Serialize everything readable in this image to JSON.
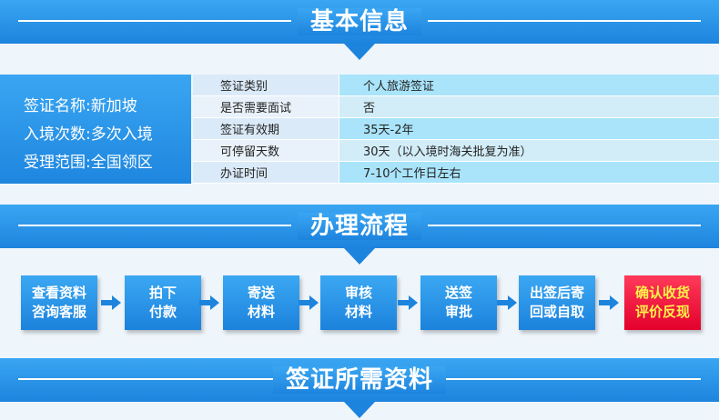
{
  "sections": {
    "basic_info": "基本信息",
    "process": "办理流程",
    "materials": "签证所需资料"
  },
  "summary": {
    "line1": "签证名称:新加坡",
    "line2": "入境次数:多次入境",
    "line3": "受理范围:全国领区"
  },
  "info_rows": [
    {
      "key": "签证类别",
      "value": "个人旅游签证"
    },
    {
      "key": "是否需要面试",
      "value": "否"
    },
    {
      "key": "签证有效期",
      "value": "35天-2年"
    },
    {
      "key": "可停留天数",
      "value": "30天（以入境时海关批复为准）"
    },
    {
      "key": "办证时间",
      "value": "7-10个工作日左右"
    }
  ],
  "steps": [
    "查看资料\n咨询客服",
    "拍下\n付款",
    "寄送\n材料",
    "审核\n材料",
    "送签\n审批",
    "出签后寄\n回或自取",
    "确认收货\n评价反现"
  ],
  "colors": {
    "primary": "#1d84de",
    "highlight": "#e3002c",
    "highlight_text": "#fff34a"
  }
}
